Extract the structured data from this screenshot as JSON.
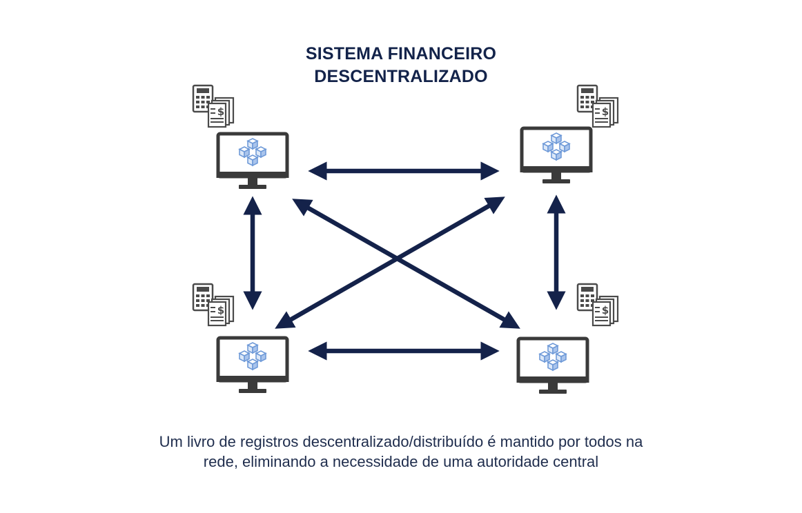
{
  "title": {
    "line1": "SISTEMA FINANCEIRO",
    "line2": "DESCENTRALIZADO"
  },
  "caption": {
    "line1": "Um livro de registros descentralizado/distribuído é mantido por todos na",
    "line2": "rede, eliminando a necessidade de uma autoridade central"
  },
  "colors": {
    "title": "#13234a",
    "caption": "#1f2d4d",
    "arrow": "#14224a",
    "monitor": "#3a3a3a",
    "blocks": "#6f9ad8",
    "calculator": "#4a4a4a"
  },
  "icons": {
    "node": "monitor-icon",
    "ledger": "blockchain-cubes-icon",
    "finance": "calculator-invoice-icon"
  },
  "nodes": [
    "top-left",
    "top-right",
    "bottom-left",
    "bottom-right"
  ],
  "connections": [
    [
      "top-left",
      "top-right"
    ],
    [
      "bottom-left",
      "bottom-right"
    ],
    [
      "top-left",
      "bottom-left"
    ],
    [
      "top-right",
      "bottom-right"
    ],
    [
      "top-left",
      "bottom-right"
    ],
    [
      "top-right",
      "bottom-left"
    ]
  ]
}
